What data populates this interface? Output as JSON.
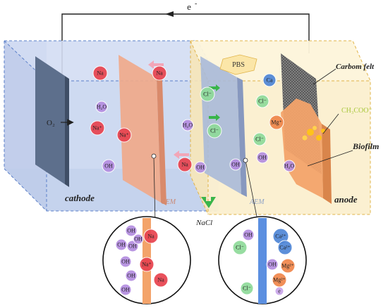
{
  "electron_label": "e",
  "electron_charge": "-",
  "labels": {
    "cathode": "cathode",
    "anode": "anode",
    "cem": "CEM",
    "aem": "AEM",
    "nacl": "NaCl",
    "pbs": "PBS",
    "carbon_felt": "Carbom felt",
    "acetate": "CH₃COO⁻",
    "biofilm": "Biofilm",
    "o2": "O₂"
  },
  "colors": {
    "cathode_chamber": "#c9d6f0",
    "anode_chamber": "#fbefcf",
    "cem_membrane": "#f0a98a",
    "aem_membrane": "#a9b9d8",
    "electrode": "#5d6f8c",
    "carbon_felt": "#4a4a4a",
    "biofilm": "#f3a36a",
    "arrow_green": "#39b54a",
    "arrow_pink": "#f2a6b8",
    "na_ion": "#e8434f",
    "oh_ion": "#b48ee0",
    "cl_ion": "#8fdb9a",
    "ca_ion": "#4f86d6",
    "mg_ion": "#f0864a"
  },
  "cathode_ions": [
    {
      "text": "Na"
    },
    {
      "text": "H₂O"
    },
    {
      "text": "Na⁺"
    },
    {
      "text": "OH"
    },
    {
      "text": "Na⁺"
    }
  ],
  "transit_ions": [
    {
      "text": "Na"
    },
    {
      "text": "H₂O"
    },
    {
      "text": "Na"
    },
    {
      "text": "OH"
    }
  ],
  "anode_ions": [
    {
      "text": "Cl⁻"
    },
    {
      "text": "Cl⁻"
    },
    {
      "text": "Ca"
    },
    {
      "text": "Cl⁻"
    },
    {
      "text": "Mg⁺"
    },
    {
      "text": "Cl⁻"
    },
    {
      "text": "OH"
    },
    {
      "text": "H₂O"
    },
    {
      "text": "OH"
    }
  ],
  "zoom_cem_ions": [
    {
      "text": "OH"
    },
    {
      "text": "OH"
    },
    {
      "text": "Na"
    },
    {
      "text": "OH"
    },
    {
      "text": "OH"
    },
    {
      "text": "Na⁺"
    },
    {
      "text": "OH"
    },
    {
      "text": "Na"
    },
    {
      "text": "OH"
    },
    {
      "text": "OH"
    }
  ],
  "zoom_aem_ions": [
    {
      "text": "OH"
    },
    {
      "text": "Cl⁻"
    },
    {
      "text": "Ca²⁺"
    },
    {
      "text": "Ca²⁺"
    },
    {
      "text": "OH"
    },
    {
      "text": "Mg²⁺"
    },
    {
      "text": "Mg²⁺"
    },
    {
      "text": "Cl⁻"
    },
    {
      "text": "e"
    }
  ]
}
